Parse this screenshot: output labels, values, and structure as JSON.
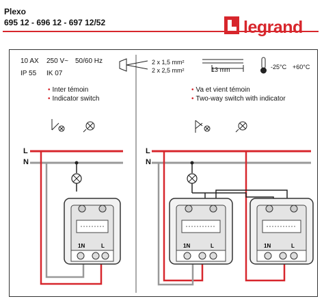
{
  "header": {
    "product": "Plexo",
    "references": "695 12 - 696 12 - 697 12/52",
    "brand": "legrand",
    "brand_color": "#d7262c"
  },
  "specs": {
    "current": "10 AX",
    "voltage": "250 V~",
    "frequency": "50/60 Hz",
    "ip": "IP 55",
    "ik": "IK 07",
    "wire_1": "2 x 1,5 mm²",
    "wire_2": "2 x 2,5 mm²",
    "strip_length": "13 mm",
    "temp_min": "-25°C",
    "temp_max": "+60°C"
  },
  "left_diagram": {
    "label_fr": "Inter témoin",
    "label_en": "Indicator switch"
  },
  "right_diagram": {
    "label_fr": "Va et vient témoin",
    "label_en": "Two-way switch with indicator"
  },
  "rails": {
    "live": "L",
    "neutral": "N"
  },
  "terminals": {
    "left_text": "1N",
    "right_text": "L"
  },
  "colors": {
    "live_wire": "#d7262c",
    "neutral_wire": "#999999",
    "other_wire": "#222222"
  }
}
